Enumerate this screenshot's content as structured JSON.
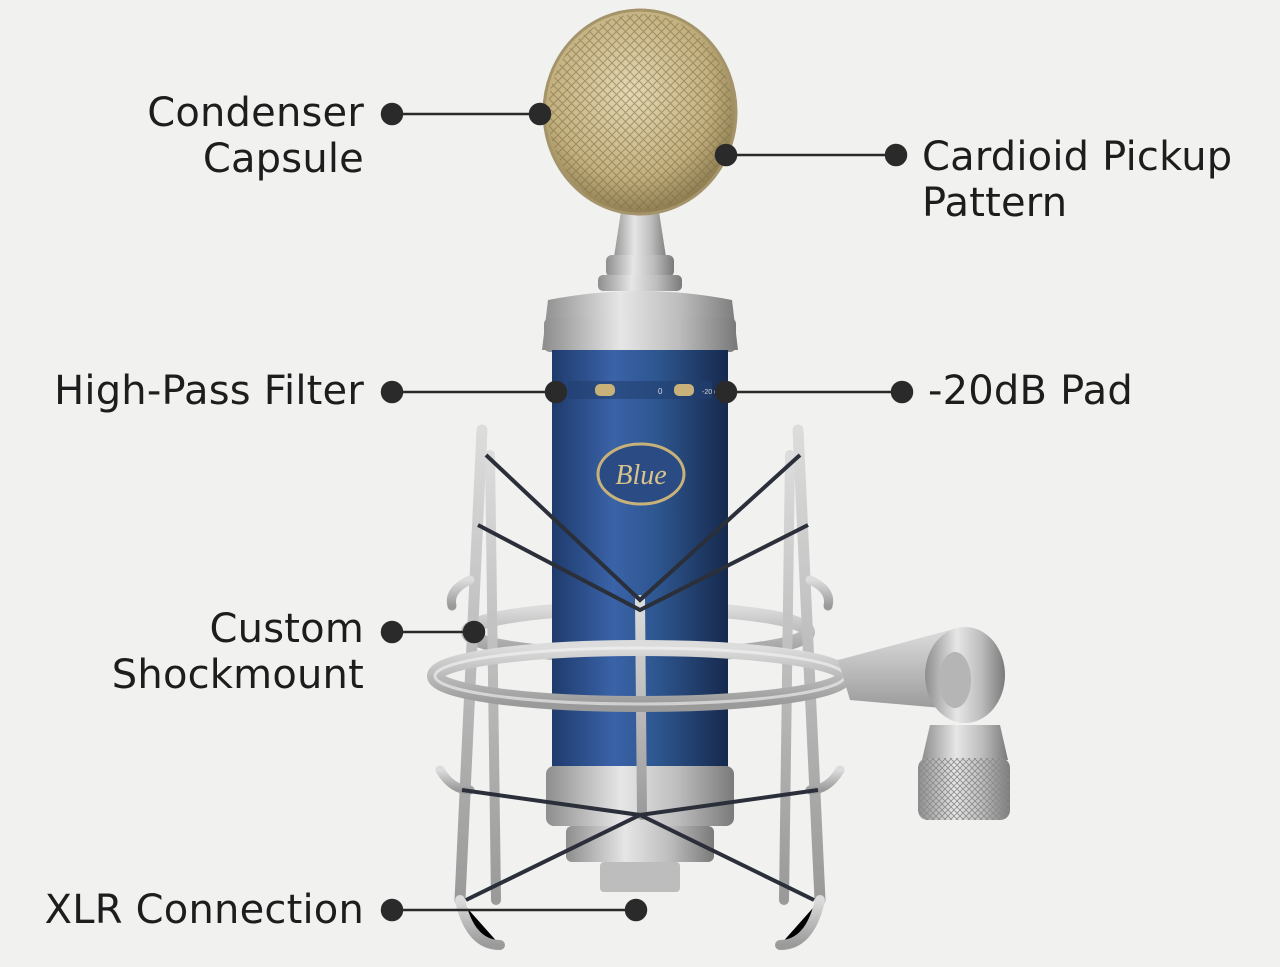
{
  "callouts": {
    "condenser_capsule": [
      "Condenser",
      "Capsule"
    ],
    "cardioid_pickup": [
      "Cardioid Pickup",
      "Pattern"
    ],
    "high_pass_filter": [
      "High-Pass Filter"
    ],
    "pad": [
      "-20dB Pad"
    ],
    "shockmount": [
      "Custom",
      "Shockmount"
    ],
    "xlr": [
      "XLR Connection"
    ]
  },
  "mic": {
    "logo_text": "Blue",
    "switch_marks": [
      "0",
      "-20 dB"
    ]
  },
  "colors": {
    "background": "#f1f1f0",
    "label_text": "#1d1d1d",
    "callout_line": "#2a2a2a",
    "body_blue": "#2b4f8c",
    "grille_gold": "#c9b98a",
    "metal": "#c8c8c8"
  }
}
